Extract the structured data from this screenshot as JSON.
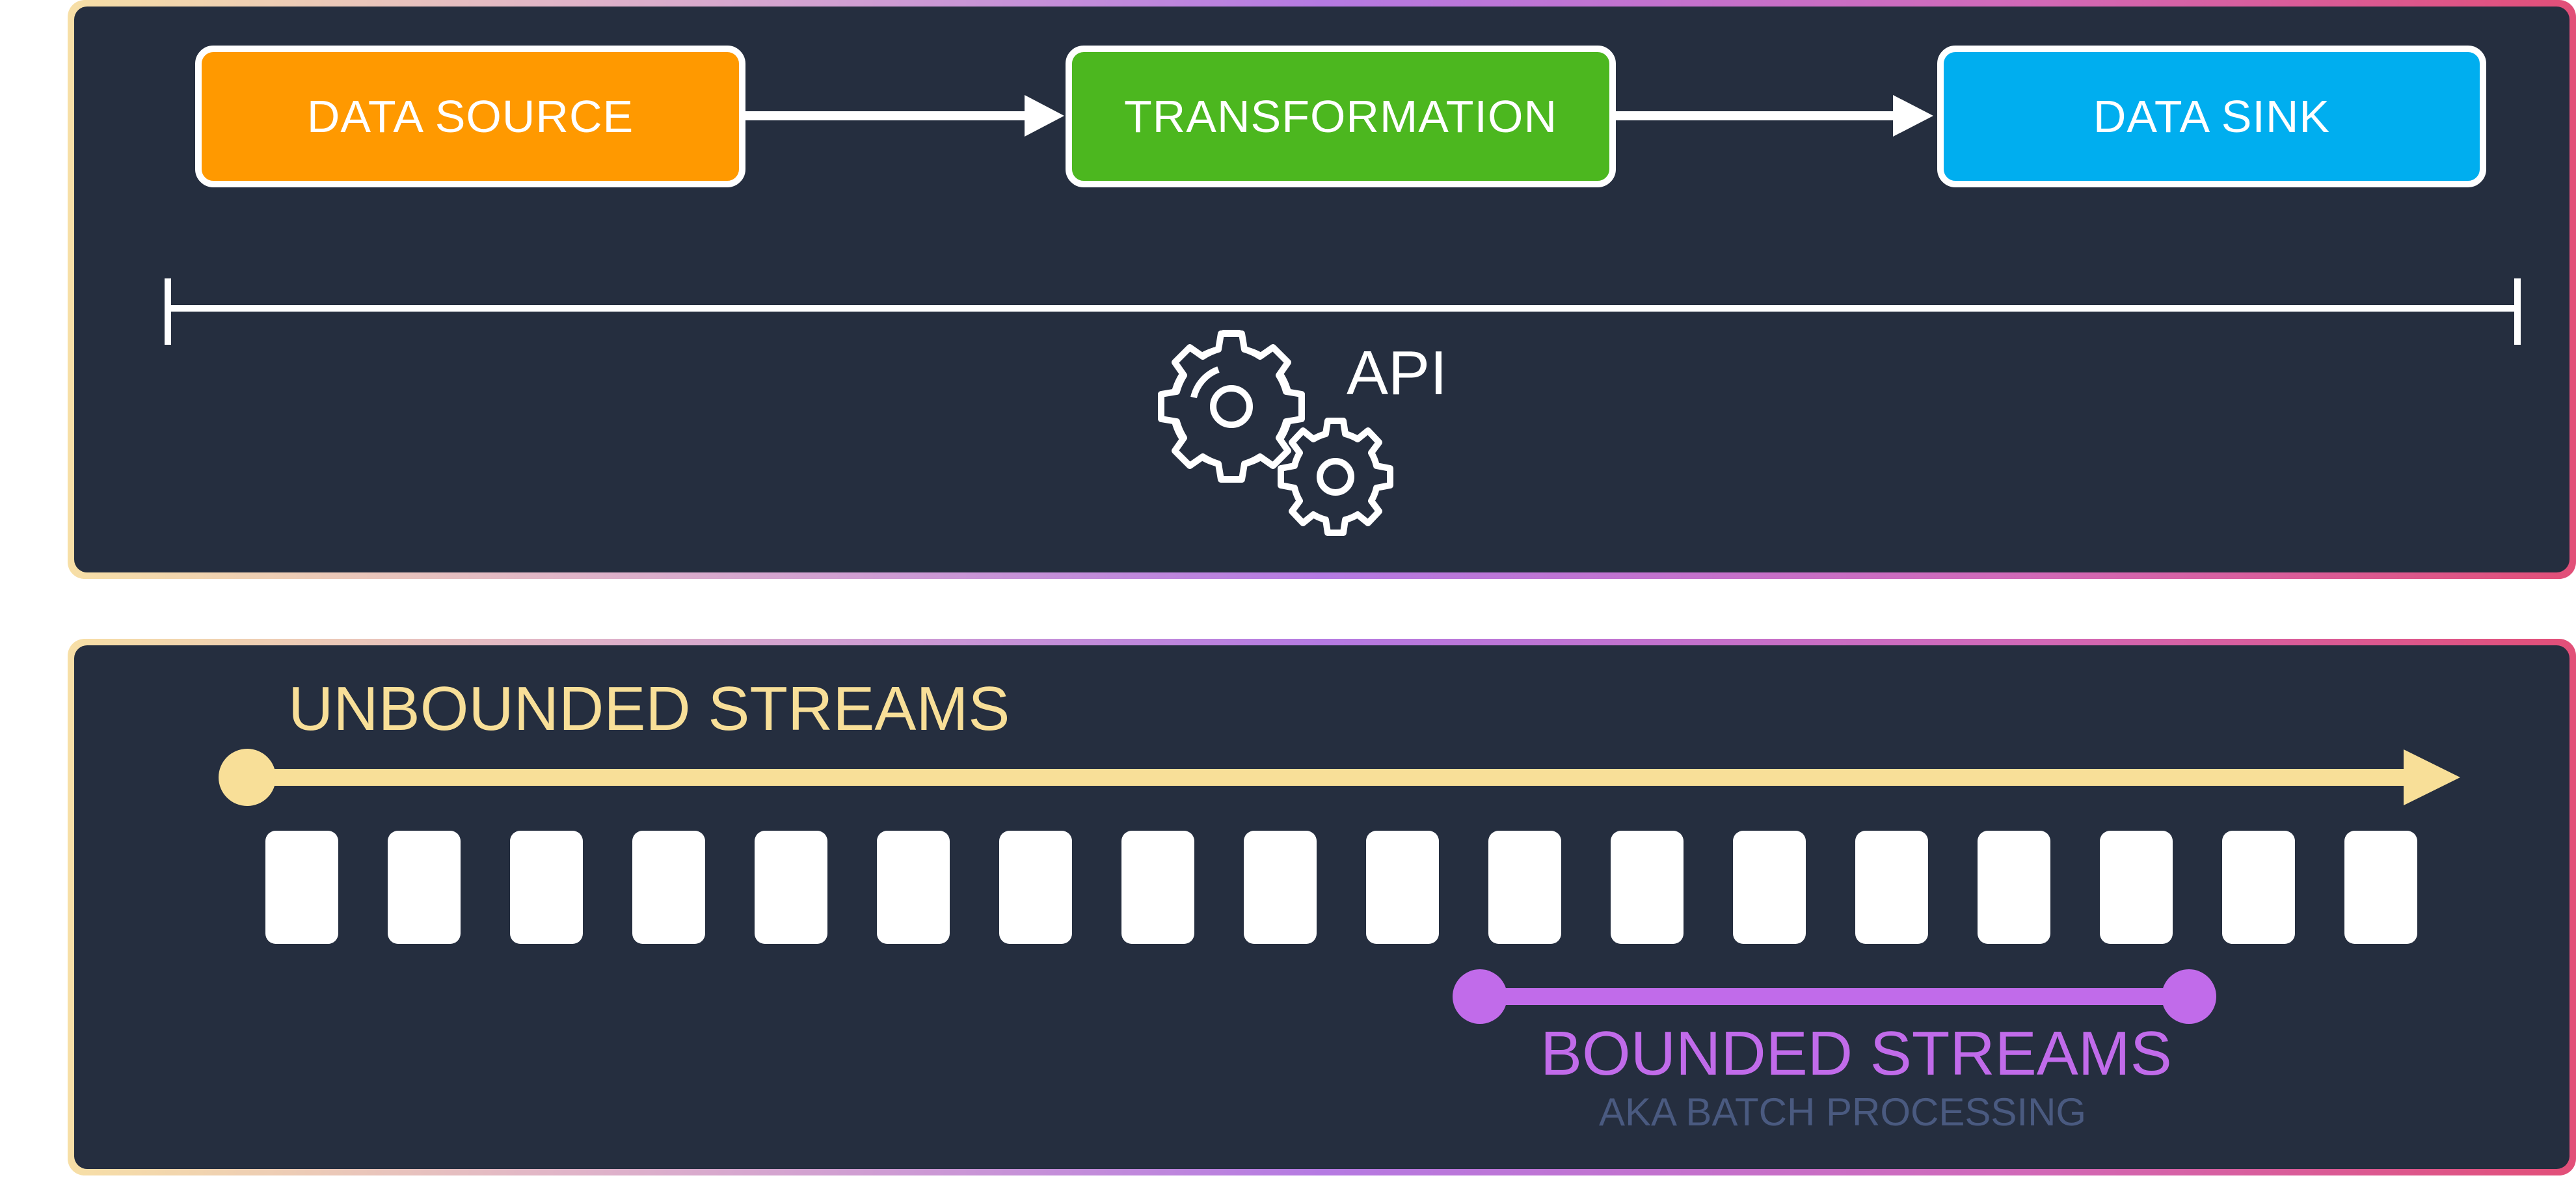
{
  "pipeline": {
    "source_label": "DATA SOURCE",
    "transformation_label": "TRANSFORMATION",
    "sink_label": "DATA SINK",
    "api_label": "API",
    "colors": {
      "source": "#ff9900",
      "transformation": "#4cb71f",
      "sink": "#00aeef"
    }
  },
  "streams": {
    "unbounded_label": "UNBOUNDED STREAMS",
    "bounded_label": "BOUNDED STREAMS",
    "bounded_sublabel": "AKA BATCH PROCESSING",
    "event_count": 18,
    "colors": {
      "unbounded": "#f8df98",
      "bounded": "#c16bea",
      "sublabel": "#4a5a80"
    }
  }
}
